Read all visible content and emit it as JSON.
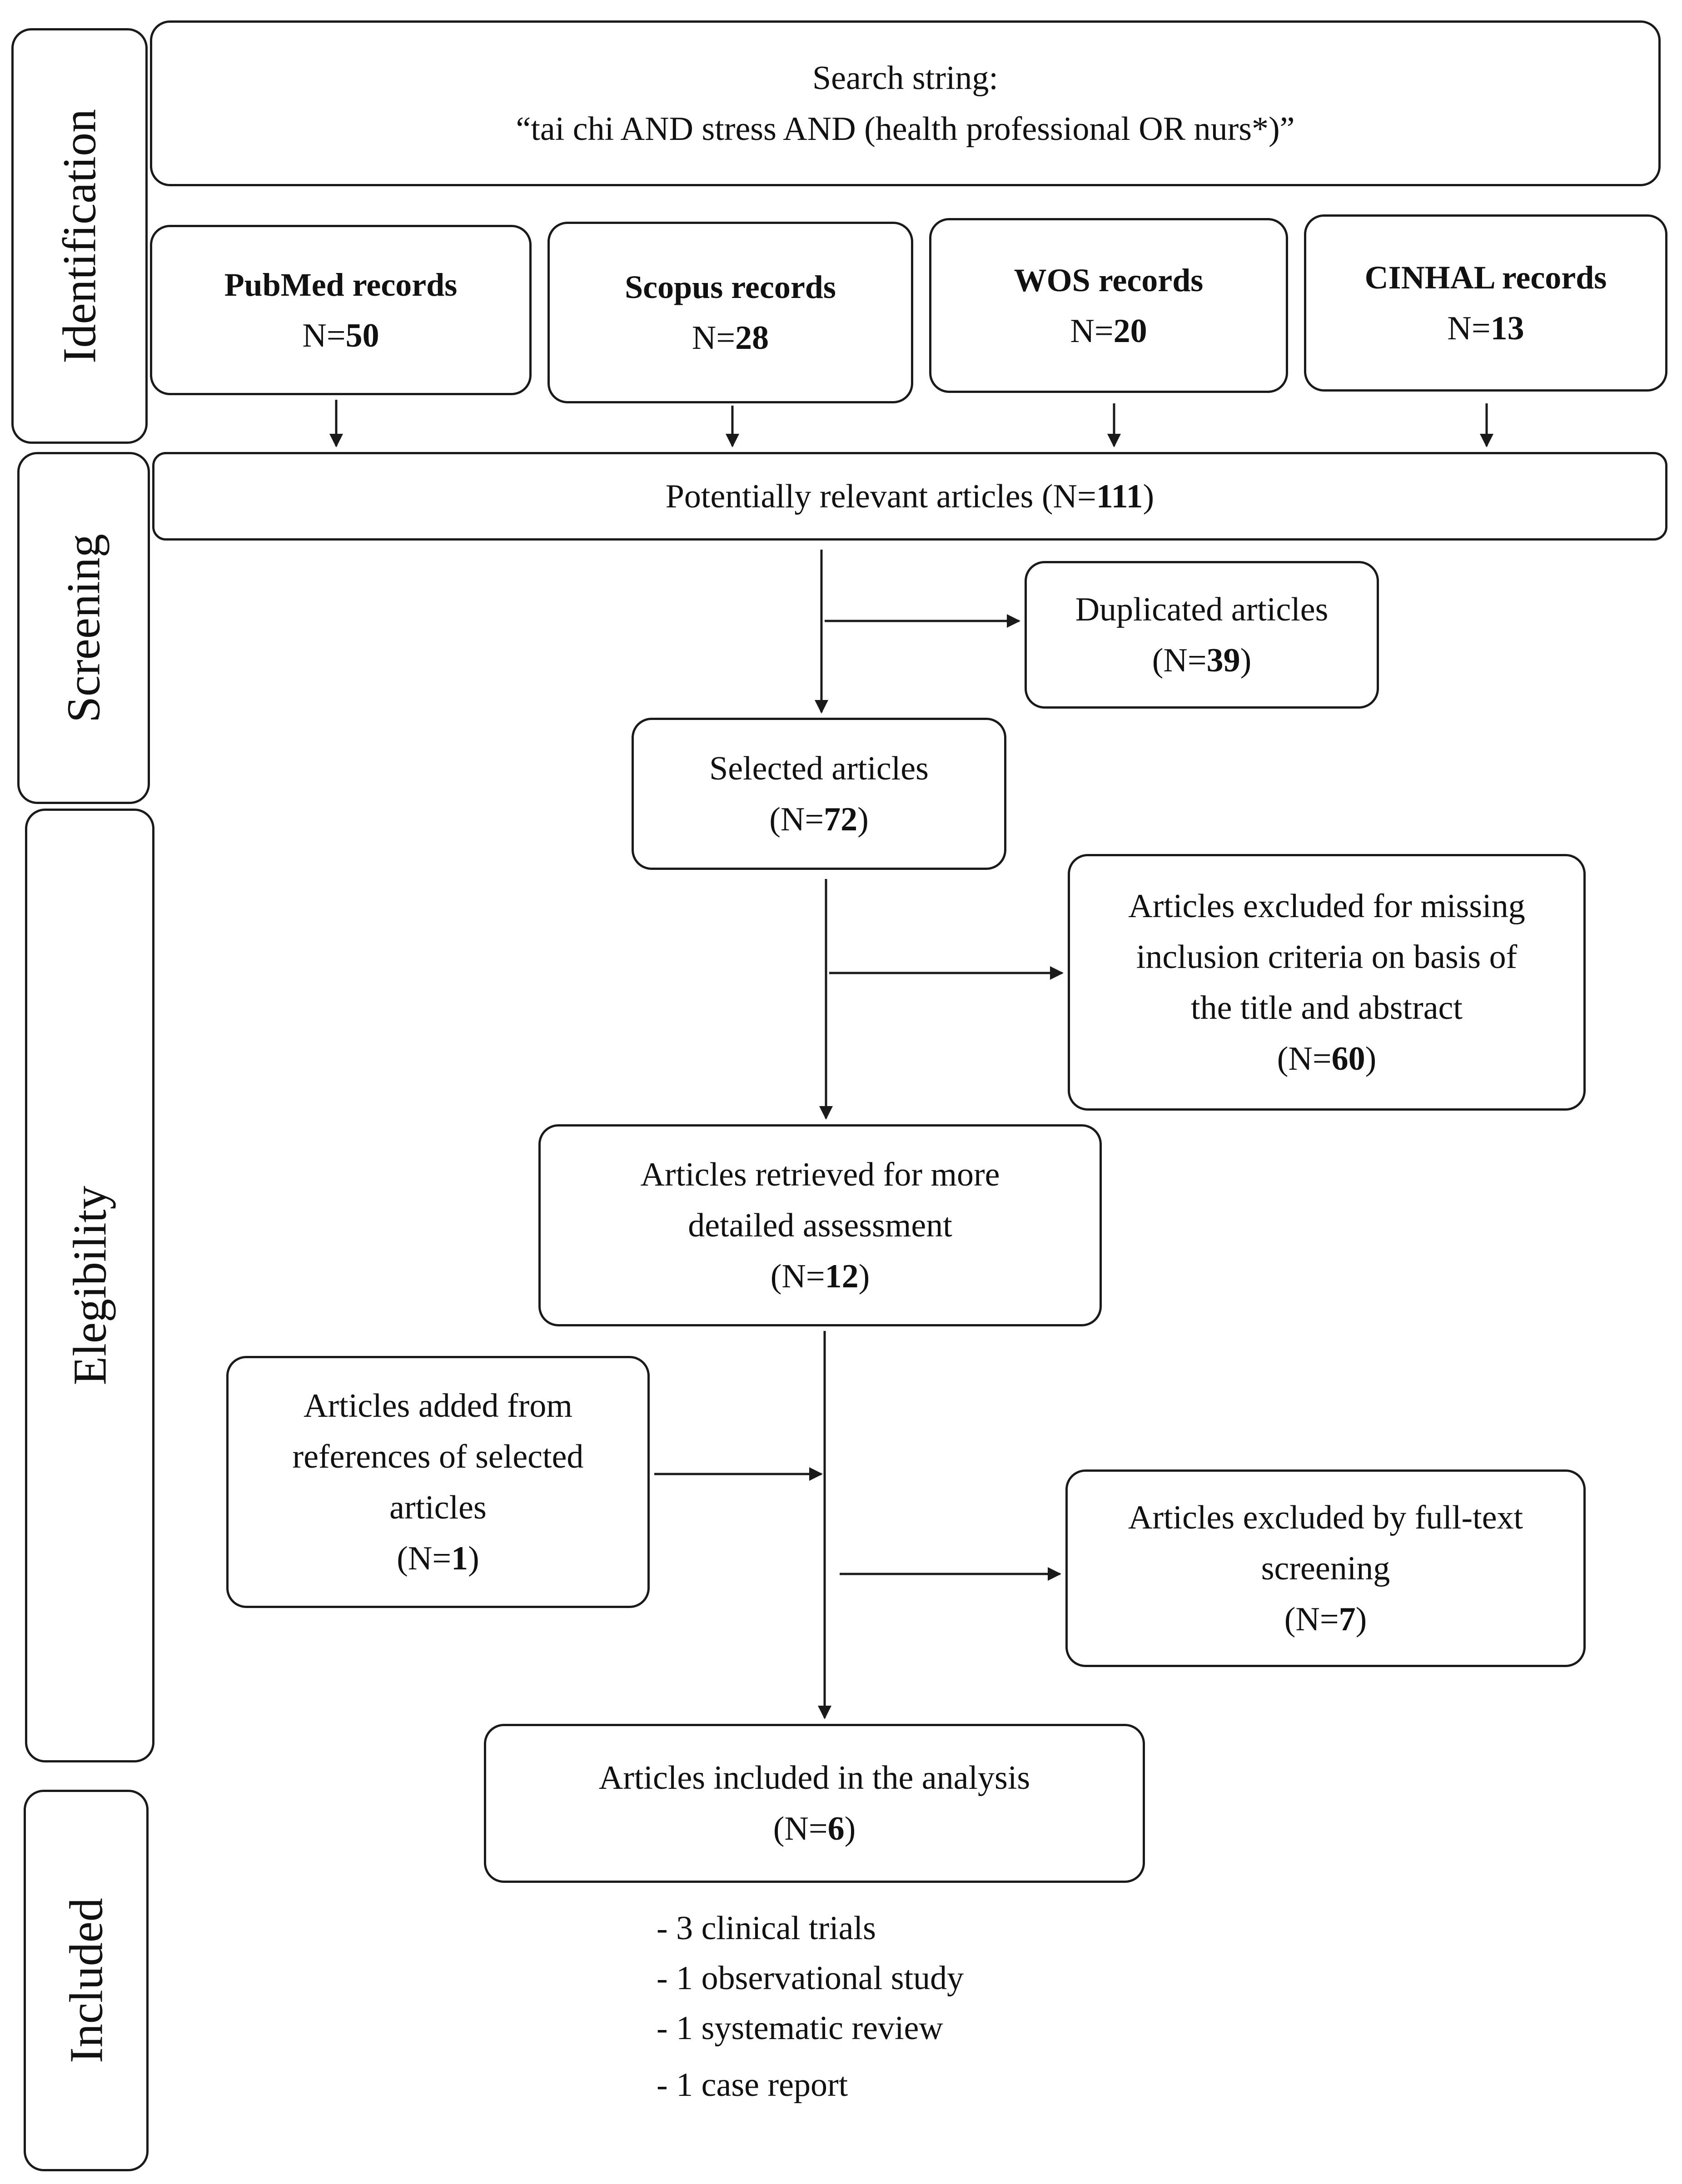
{
  "stages": {
    "identification": "Identification",
    "screening": "Screening",
    "eligibility": "Elegibility",
    "included": "Included"
  },
  "search": {
    "label": "Search string:",
    "query": "“tai chi AND stress AND (health professional OR nurs*)”"
  },
  "databases": [
    {
      "name": "PubMed records",
      "prefix": "N=",
      "count": "50"
    },
    {
      "name": "Scopus records",
      "prefix": "N=",
      "count": "28"
    },
    {
      "name": "WOS records",
      "prefix": "N=",
      "count": "20"
    },
    {
      "name": "CINHAL records",
      "prefix": "N=",
      "count": "13"
    }
  ],
  "potentially_relevant": {
    "label": "Potentially relevant articles (N=",
    "count": "111",
    "suffix": ")"
  },
  "duplicated": {
    "label": "Duplicated articles",
    "open": "(N=",
    "count": "39",
    "close": ")"
  },
  "selected": {
    "label": "Selected articles",
    "open": "(N=",
    "count": "72",
    "close": ")"
  },
  "excluded_title": {
    "lines": [
      "Articles excluded for missing",
      "inclusion criteria on basis of",
      "the title and abstract"
    ],
    "open": "(N=",
    "count": "60",
    "close": ")"
  },
  "retrieved": {
    "lines": [
      "Articles retrieved for more",
      "detailed assessment"
    ],
    "open": "(N=",
    "count": "12",
    "close": ")"
  },
  "added": {
    "lines": [
      "Articles added from",
      "references of selected",
      "articles"
    ],
    "open": "(N=",
    "count": "1",
    "close": ")"
  },
  "excluded_fulltext": {
    "lines": [
      "Articles excluded by full-text",
      "screening"
    ],
    "open": "(N=",
    "count": "7",
    "close": ")"
  },
  "included": {
    "label": "Articles included in the analysis",
    "open": "(N=",
    "count": "6",
    "close": ")"
  },
  "study_types": [
    "- 3 clinical trials",
    "- 1 observational study",
    "- 1 systematic review",
    "- 1 case report"
  ]
}
